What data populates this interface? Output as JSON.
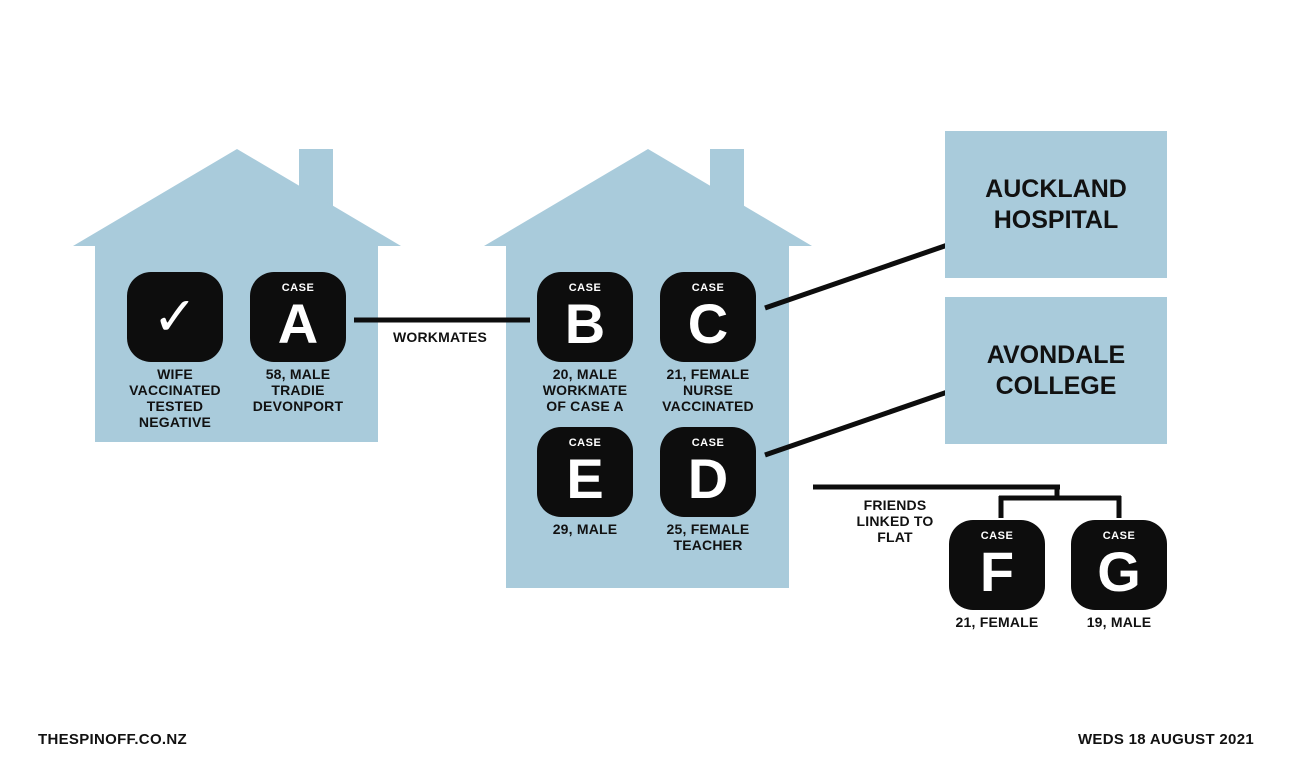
{
  "diagram": {
    "colors": {
      "house": "#a9cbdb",
      "tile": "#0d0d0d",
      "line": "#0d0d0d"
    },
    "nodes": {
      "wife": {
        "icon": "check-icon",
        "symbol": "✓",
        "description": "WIFE\nVACCINATED\nTESTED\nNEGATIVE"
      },
      "a": {
        "caption": "CASE",
        "letter": "A",
        "description": "58, MALE\nTRADIE\nDEVONPORT"
      },
      "b": {
        "caption": "CASE",
        "letter": "B",
        "description": "20, MALE\nWORKMATE\nOF CASE A"
      },
      "c": {
        "caption": "CASE",
        "letter": "C",
        "description": "21, FEMALE\nNURSE\nVACCINATED"
      },
      "e": {
        "caption": "CASE",
        "letter": "E",
        "description": "29, MALE"
      },
      "d": {
        "caption": "CASE",
        "letter": "D",
        "description": "25, FEMALE\nTEACHER"
      },
      "f": {
        "caption": "CASE",
        "letter": "F",
        "description": "21, FEMALE"
      },
      "g": {
        "caption": "CASE",
        "letter": "G",
        "description": "19, MALE"
      }
    },
    "locations": {
      "hospital": "AUCKLAND\nHOSPITAL",
      "college": "AVONDALE\nCOLLEGE"
    },
    "links": {
      "workmates": "WORKMATES",
      "friends": "FRIENDS\nLINKED TO\nFLAT"
    }
  },
  "footer": {
    "source": "THESPINOFF.CO.NZ",
    "date": "WEDS 18 AUGUST 2021"
  }
}
